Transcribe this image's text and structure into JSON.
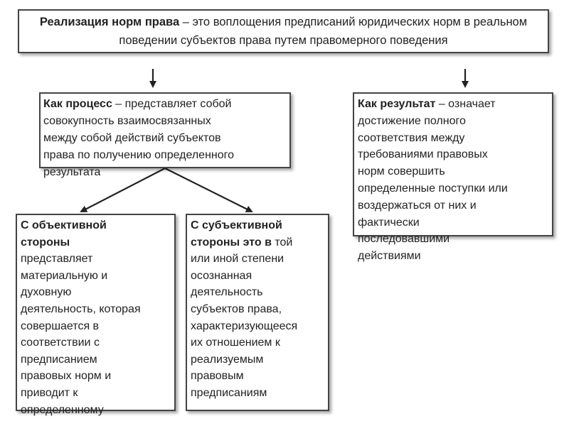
{
  "top": {
    "term": "Реализация норм права",
    "definition": " – это воплощения предписаний юридических норм в реальном поведении субъектов права путем правомерного поведения"
  },
  "process": {
    "term": "Как процесс",
    "lines": [
      " – представляет собой",
      "совокупность взаимосвязанных",
      "между собой действий субъектов",
      "права по получению определенного",
      "результата"
    ]
  },
  "result": {
    "term": "Как результат",
    "lines": [
      " – означает",
      "достижение полного",
      "соответствия между",
      "требованиями правовых",
      "норм совершить",
      "определенные поступки или",
      "воздержаться от них и",
      "фактически",
      "последовавшими",
      "действиями"
    ]
  },
  "objective": {
    "term_lines": [
      "С объективной",
      "стороны"
    ],
    "lines": [
      "представляет",
      "материальную и",
      "духовную",
      "деятельность, которая",
      "совершается в",
      "соответствии с",
      "предписанием",
      "правовых норм  и",
      "приводит  к",
      "определенному"
    ]
  },
  "subjective": {
    "term_lines": [
      "С субъективной",
      "стороны  это  в"
    ],
    "tail": " той",
    "lines": [
      "или иной степени",
      "осознанная",
      "деятельность",
      "субъектов  права,",
      "характеризующееся",
      "их отношением к",
      "реализуемым",
      "правовым",
      "предписаниям"
    ]
  },
  "colors": {
    "border": "#444444",
    "text": "#222222",
    "arrow": "#222222"
  }
}
